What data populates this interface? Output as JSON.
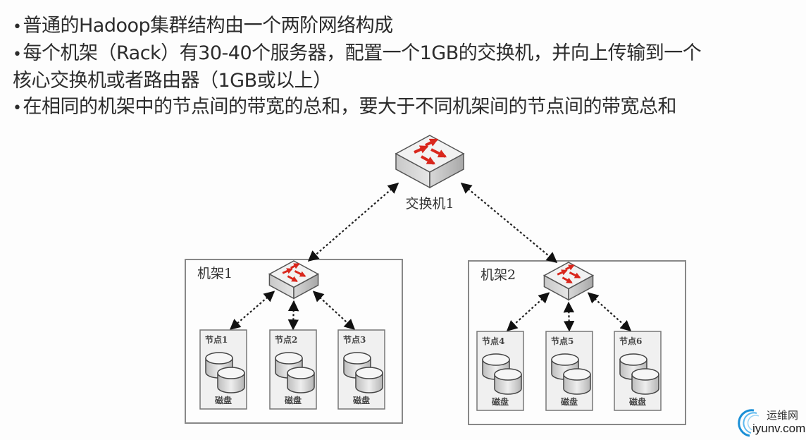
{
  "bullets": [
    "普通的Hadoop集群结构由一个两阶网络构成",
    "每个机架（Rack）有30-40个服务器，配置一个1GB的交换机，并向上传输到一个",
    "核心交换机或者路由器（1GB或以上）",
    "在相同的机架中的节点间的带宽的总和，要大于不同机架间的节点间的带宽总和"
  ],
  "bullet_marker": "•",
  "diagram": {
    "core_switch": {
      "label": "交换机1"
    },
    "racks": [
      {
        "label": "机架1",
        "nodes": [
          {
            "label": "节点1",
            "disk": "磁盘"
          },
          {
            "label": "节点2",
            "disk": "磁盘"
          },
          {
            "label": "节点3",
            "disk": "磁盘"
          }
        ]
      },
      {
        "label": "机架2",
        "nodes": [
          {
            "label": "节点4",
            "disk": "磁盘"
          },
          {
            "label": "节点5",
            "disk": "磁盘"
          },
          {
            "label": "节点6",
            "disk": "磁盘"
          }
        ]
      }
    ],
    "colors": {
      "arrow_red": "#d9261c",
      "switch_top": "#f2f2f2",
      "switch_left": "#cfcfcf",
      "switch_right": "#b8b8b8",
      "box_border": "#888888",
      "node_fill": "#f0f0f0"
    }
  },
  "watermark": {
    "cn": "运维网",
    "en": "iyunv.com",
    "color": "#1a8fd6"
  }
}
